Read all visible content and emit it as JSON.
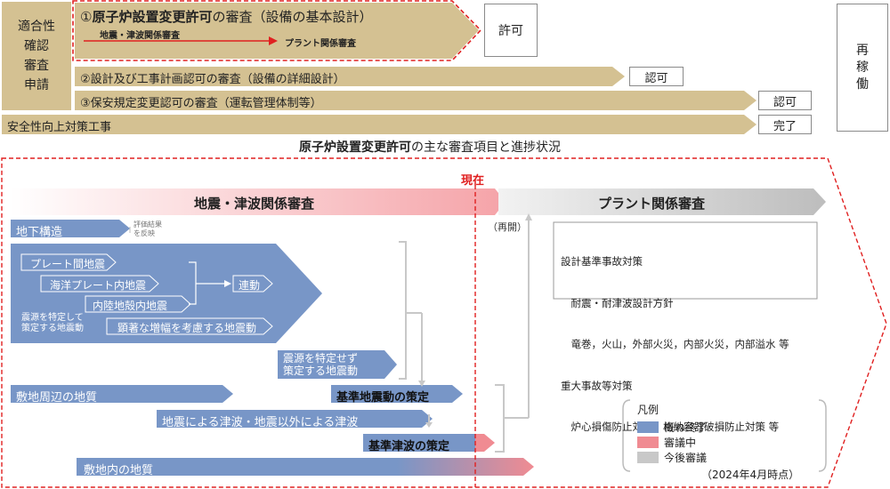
{
  "header": {
    "application_label": "適合性\n確認\n審査\n申請",
    "review1_prefix": "①",
    "review1_bold": "原子炉設置変更許可",
    "review1_rest": "の審査（設備の基本設計）",
    "review1_sub_seismic": "地震・津波関係審査",
    "review1_sub_plant": "プラント関係審査",
    "review1_status": "許可",
    "review2": "②設計及び工事計画認可の審査（設備の詳細設計）",
    "review2_status": "認可",
    "review3": "③保安規定変更認可の審査（運転管理体制等）",
    "review3_status": "認可",
    "safety_works": "安全性向上対策工事",
    "safety_status": "完了",
    "restart": "再\n稼\n働"
  },
  "section_title": {
    "bold": "原子炉設置変更許可",
    "rest": "の主な審査項目と進捗状況"
  },
  "detail": {
    "now_label": "現在",
    "seismic_header": "地震・津波関係審査",
    "plant_header": "プラント関係審査",
    "underground": "地下構造",
    "eval_note": "評価結果\nを反映",
    "plate_boundary": "プレート間地震",
    "oceanic_plate": "海洋プレート内地震",
    "inland_crust": "内陸地殻内地震",
    "linkage": "連動",
    "source_specified": "震源を特定して\n策定する地震動",
    "amplification": "顕著な増幅を考慮する地震動",
    "source_unspecified": "震源を特定せず\n策定する地震動",
    "site_geology": "敷地周辺の地質",
    "base_ground_motion": "基準地震動の策定",
    "tsunami": "地震による津波・地震以外による津波",
    "base_tsunami": "基準津波の策定",
    "site_inner_geology": "敷地内の地質",
    "resume": "（再開）",
    "plant_items": [
      "設計基準事故対策",
      "　耐震・耐津波設計方針",
      "　竜巻，火山，外部火災，内部火災，内部溢水 等",
      "重大事故等対策",
      "　炉心損傷防止対策，格納容器破損防止対策 等"
    ]
  },
  "legend": {
    "title": "凡例",
    "items": [
      {
        "label": "概ね終了",
        "color": "#7896c7"
      },
      {
        "label": "審議中",
        "color": "#f08b92"
      },
      {
        "label": "今後審議",
        "color": "#c8c8c8"
      }
    ],
    "note": "（2024年4月時点）"
  },
  "colors": {
    "tan": "#d4c192",
    "blue": "#7896c7",
    "pink": "#f08b92",
    "gray": "#c8c8c8",
    "red_dash": "#e02020"
  }
}
